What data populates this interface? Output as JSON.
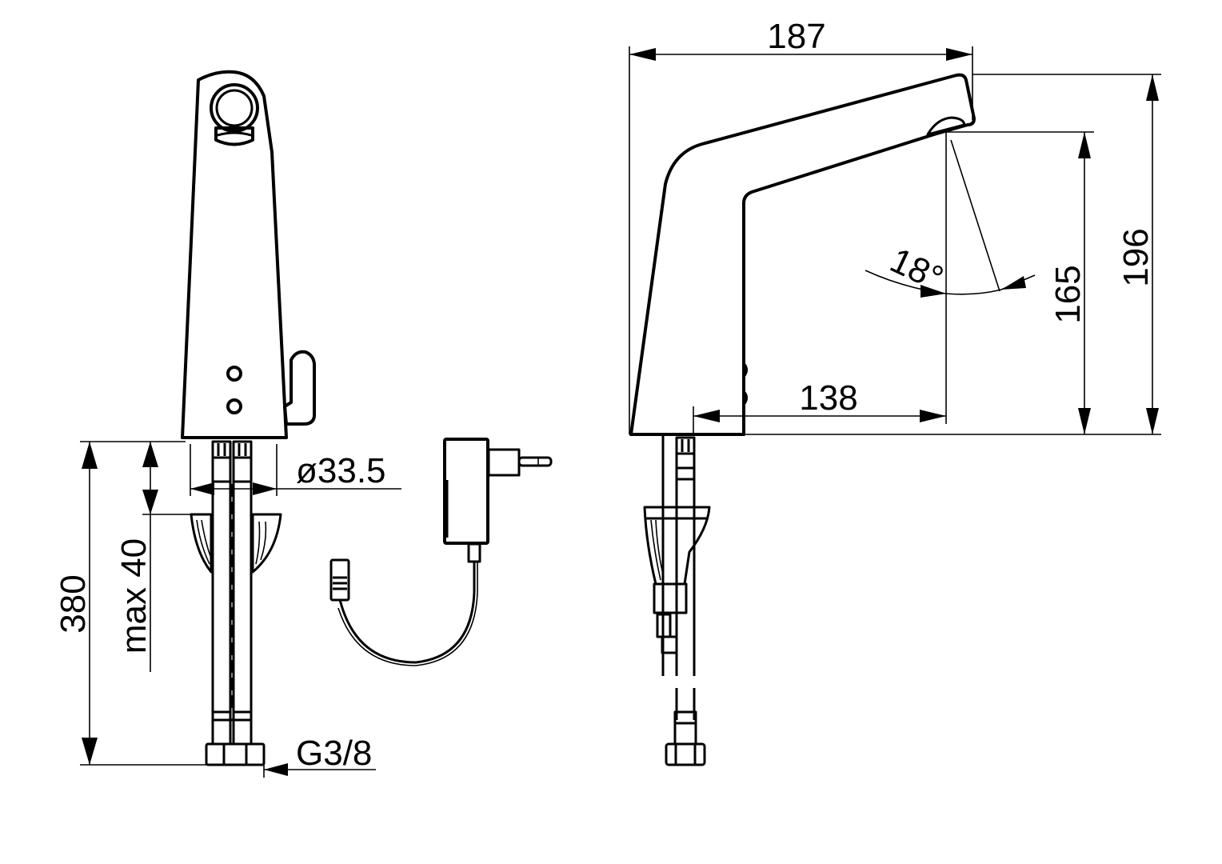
{
  "drawing": {
    "title": "Sensor basin mixer – dimensioned drawing",
    "units": "mm",
    "stroke_color": "#000000",
    "background": "#ffffff"
  },
  "front_view": {
    "dimensions": {
      "total_length": "380",
      "max_deck_thickness": "max 40",
      "base_diameter": "ø33.5",
      "connection_thread": "G3/8"
    }
  },
  "power_supply": {
    "label": "plug-in power adapter with cable and connector"
  },
  "side_view": {
    "dimensions": {
      "overall_reach": "187",
      "outlet_reach": "138",
      "total_height": "196",
      "outlet_height": "165",
      "outlet_angle": "18°"
    }
  }
}
